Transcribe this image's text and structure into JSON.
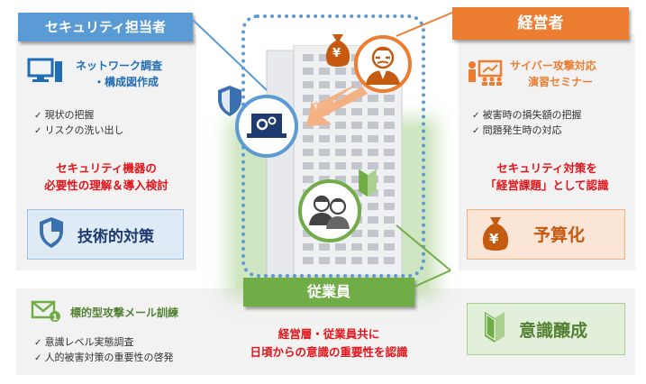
{
  "security_officer": {
    "header": "セキュリティ担当者",
    "task_title_1": "ネットワーク調査",
    "task_title_2": "・構成図作成",
    "bullets": [
      "現状の把握",
      "リスクの洗い出し"
    ],
    "emphasis_1": "セキュリティ機器の",
    "emphasis_2": "必要性の理解＆導入検討",
    "result": "技術的対策",
    "color": "#5b9bd5"
  },
  "executive": {
    "header": "経営者",
    "task_title_1": "サイバー攻撃対応",
    "task_title_2": "演習セミナー",
    "bullets": [
      "被害時の損失額の把握",
      "問題発生時の対応"
    ],
    "emphasis_1": "セキュリティ対策を",
    "emphasis_2": "「経営課題」として認識",
    "result": "予算化",
    "color": "#ed7d31"
  },
  "employee": {
    "header": "従業員",
    "task_title": "標的型攻撃メール訓練",
    "bullets": [
      "意識レベル実態調査",
      "人的被害対策の重要性の啓発"
    ],
    "emphasis_1": "経営層・従業員共に",
    "emphasis_2": "日頃からの意識の重要性を認識",
    "result": "意識醸成",
    "color": "#70ad47"
  },
  "icons": {
    "yen_bag": "¥",
    "yen_small": "¥"
  }
}
